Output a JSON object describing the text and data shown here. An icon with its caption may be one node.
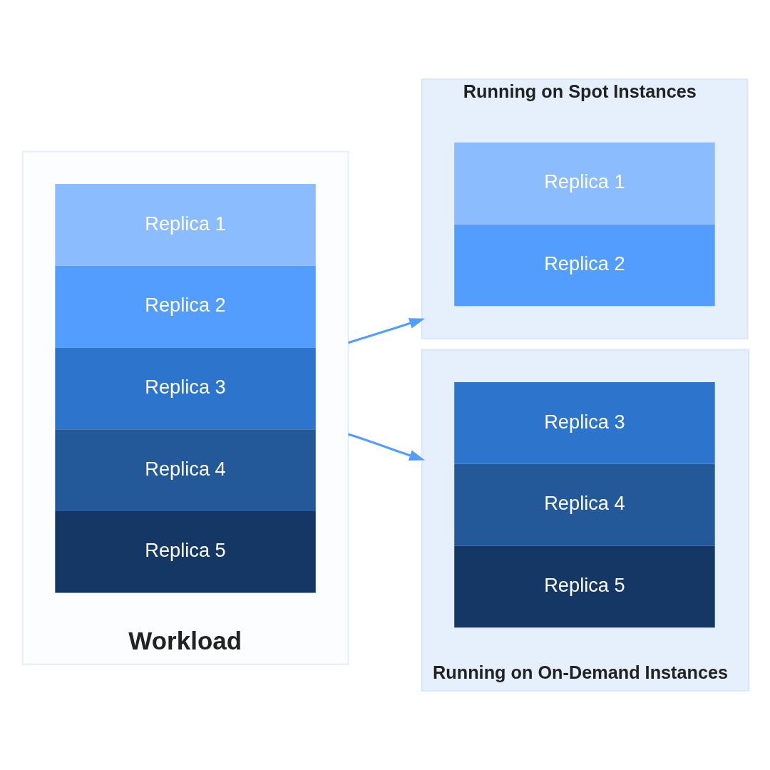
{
  "diagram": {
    "nodes": [
      {
        "text": [
          "Workload"
        ]
      },
      {
        "text": [
          "Replica 1"
        ],
        "in": 0
      },
      {
        "text": [
          "Replica 2"
        ],
        "in": 0
      },
      {
        "text": [
          "Replica 3"
        ],
        "in": 0
      },
      {
        "text": [
          "Replica 4"
        ],
        "in": 0
      },
      {
        "text": [
          "Replica 5"
        ],
        "in": 0
      },
      {
        "text": [
          "Running on Spot Instances"
        ]
      },
      {
        "text": [
          "Replica 1"
        ],
        "in": 6
      },
      {
        "text": [
          "Replica 2"
        ],
        "in": 6
      },
      {
        "text": [
          "Running on On-Demand Instances"
        ]
      },
      {
        "text": [
          "Replica 3"
        ],
        "in": 9
      },
      {
        "text": [
          "Replica 4"
        ],
        "in": 9
      },
      {
        "text": [
          "Replica 5"
        ],
        "in": 9
      }
    ],
    "edges": [
      {
        "from": 0,
        "to": 6,
        "arrow": "to"
      },
      {
        "from": 0,
        "to": 9,
        "arrow": "to"
      }
    ]
  }
}
